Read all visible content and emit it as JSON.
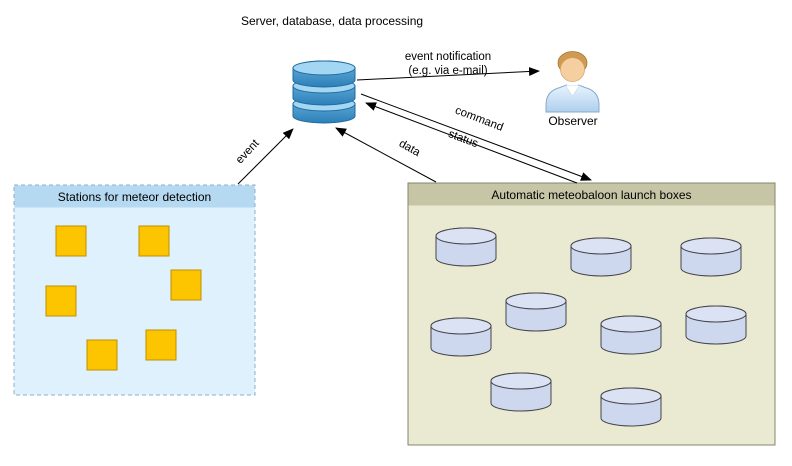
{
  "diagram": {
    "server": {
      "label": "Server, database, data processing"
    },
    "observer": {
      "label": "Observer"
    },
    "stations_box": {
      "title": "Stations for meteor detection",
      "station_count": 6
    },
    "launch_box": {
      "title": "Automatic meteobaloon launch boxes",
      "cylinder_count": 9
    },
    "arrows": {
      "event": "event",
      "notification_line1": "event notification",
      "notification_line2": "(e.g. via e-mail)",
      "command": "command",
      "status": "status",
      "data": "data"
    },
    "colors": {
      "stations_box_fill": "#def1fc",
      "stations_box_header": "#b6d9f2",
      "station_square_fill": "#fdc500",
      "station_square_stroke": "#bf9000",
      "launch_box_fill": "#eaead2",
      "launch_box_header": "#c6c6a6",
      "cylinder_fill": "#cdd7ee",
      "cylinder_top_fill": "#dbe2f4",
      "database_body_blue": "#3f96cf",
      "database_top_blue": "#a3d6f2",
      "arrow_color": "#000000"
    }
  }
}
